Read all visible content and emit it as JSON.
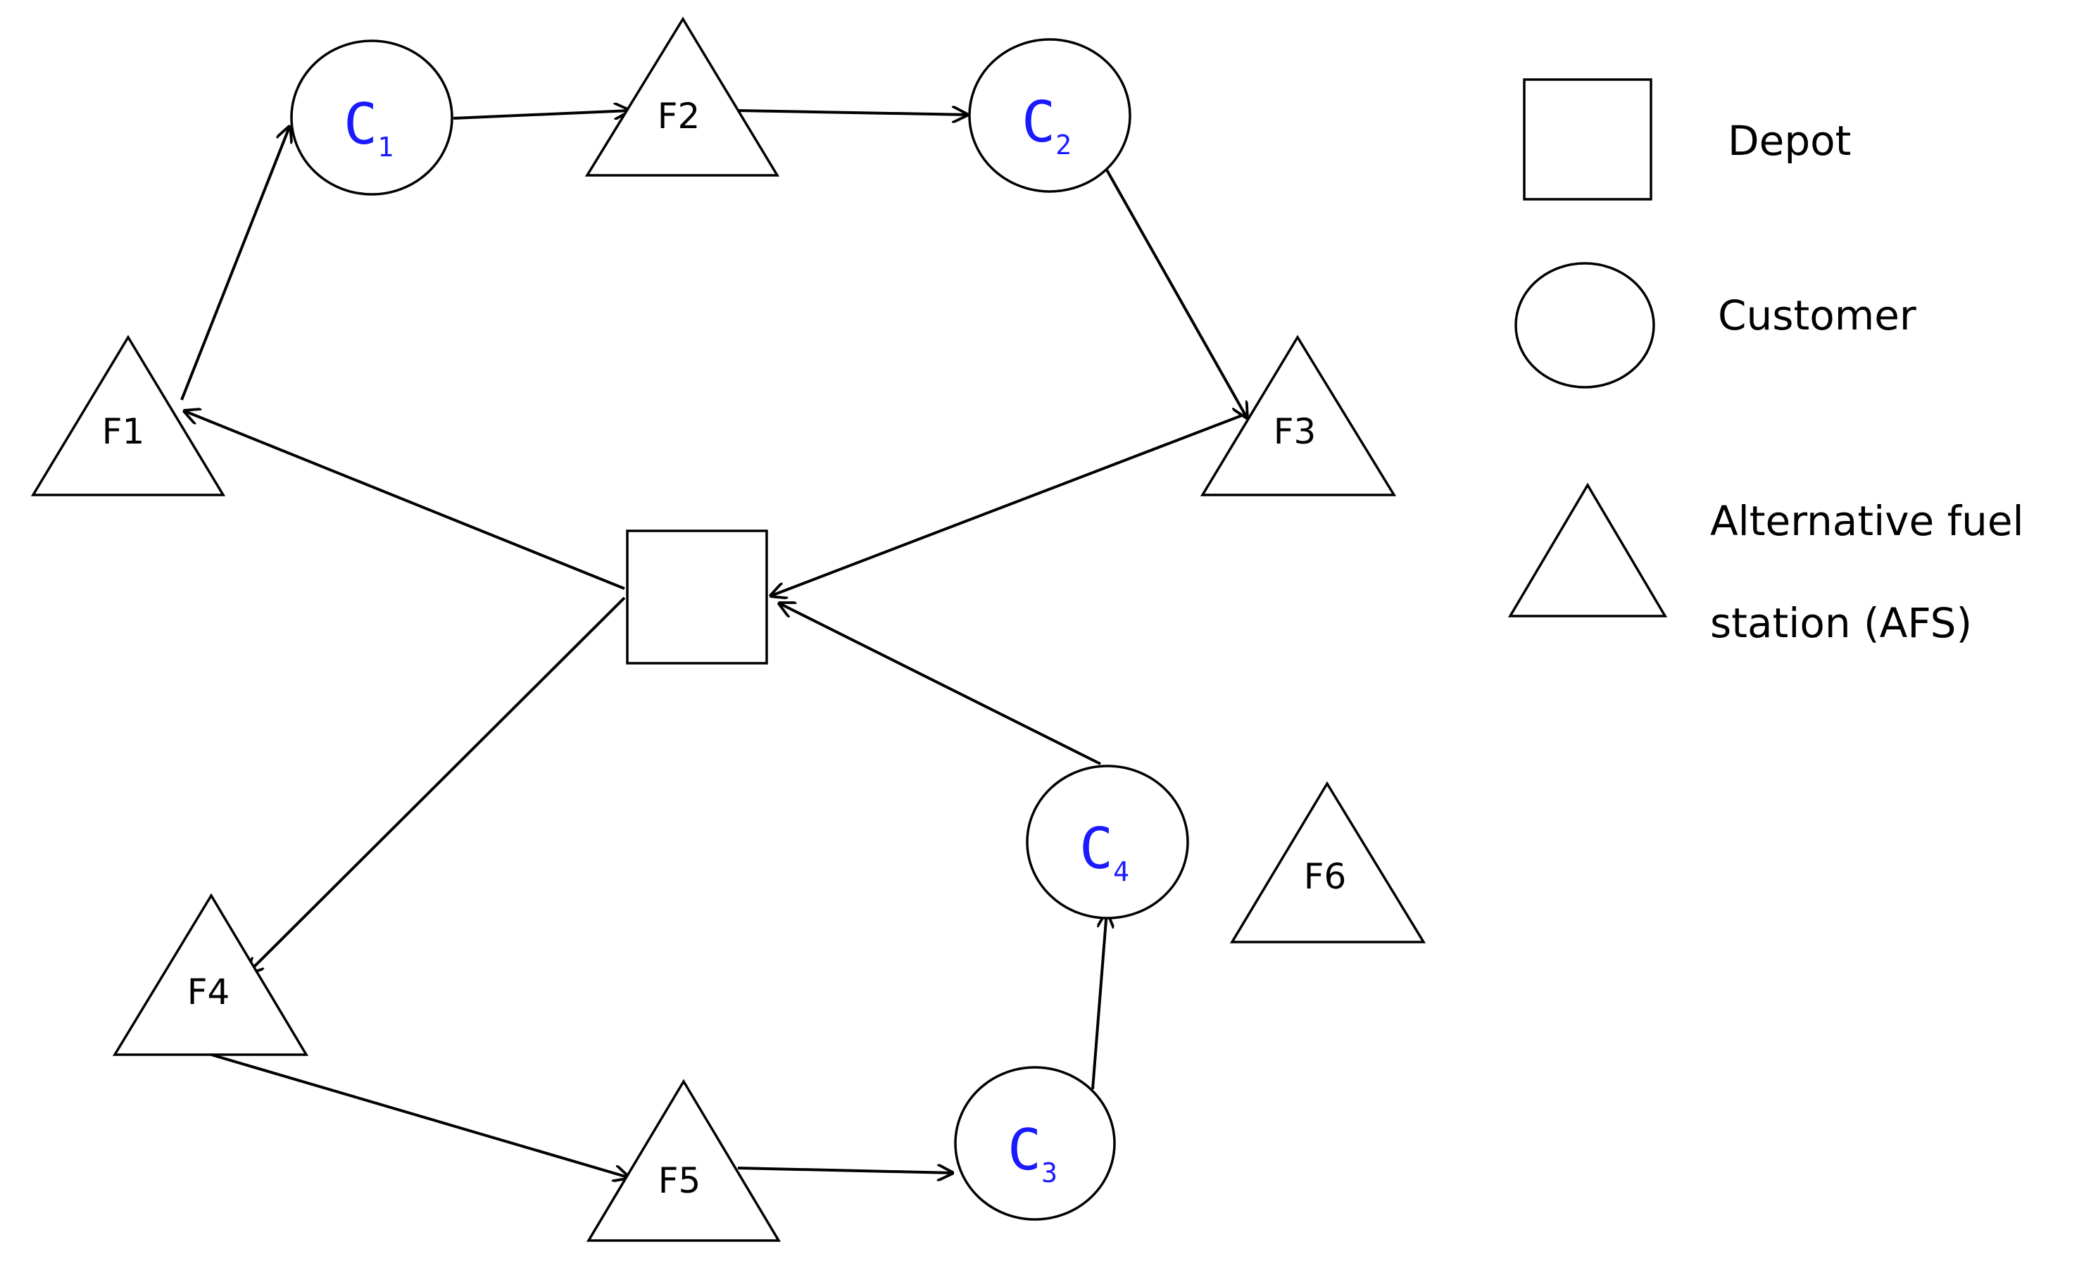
{
  "colors": {
    "stroke": "#000000",
    "customer_label": "#1a1aff",
    "background": "#ffffff"
  },
  "nodes": {
    "depot": {
      "type": "depot"
    },
    "C1": {
      "type": "customer",
      "letter": "C",
      "sub": "1"
    },
    "C2": {
      "type": "customer",
      "letter": "C",
      "sub": "2"
    },
    "C3": {
      "type": "customer",
      "letter": "C",
      "sub": "3"
    },
    "C4": {
      "type": "customer",
      "letter": "C",
      "sub": "4"
    },
    "F1": {
      "type": "station",
      "label": "F1"
    },
    "F2": {
      "type": "station",
      "label": "F2"
    },
    "F3": {
      "type": "station",
      "label": "F3"
    },
    "F4": {
      "type": "station",
      "label": "F4"
    },
    "F5": {
      "type": "station",
      "label": "F5"
    },
    "F6": {
      "type": "station",
      "label": "F6"
    }
  },
  "edges": [
    {
      "from": "depot",
      "to": "F1"
    },
    {
      "from": "F1",
      "to": "C1"
    },
    {
      "from": "C1",
      "to": "F2"
    },
    {
      "from": "F2",
      "to": "C2"
    },
    {
      "from": "C2",
      "to": "F3"
    },
    {
      "from": "F3",
      "to": "depot"
    },
    {
      "from": "depot",
      "to": "F4"
    },
    {
      "from": "F4",
      "to": "F5"
    },
    {
      "from": "F5",
      "to": "C3"
    },
    {
      "from": "C3",
      "to": "C4"
    },
    {
      "from": "C4",
      "to": "depot"
    }
  ],
  "legend": {
    "depot": "Depot",
    "customer": "Customer",
    "afs_line1": "Alternative fuel",
    "afs_line2": "station (AFS)"
  }
}
